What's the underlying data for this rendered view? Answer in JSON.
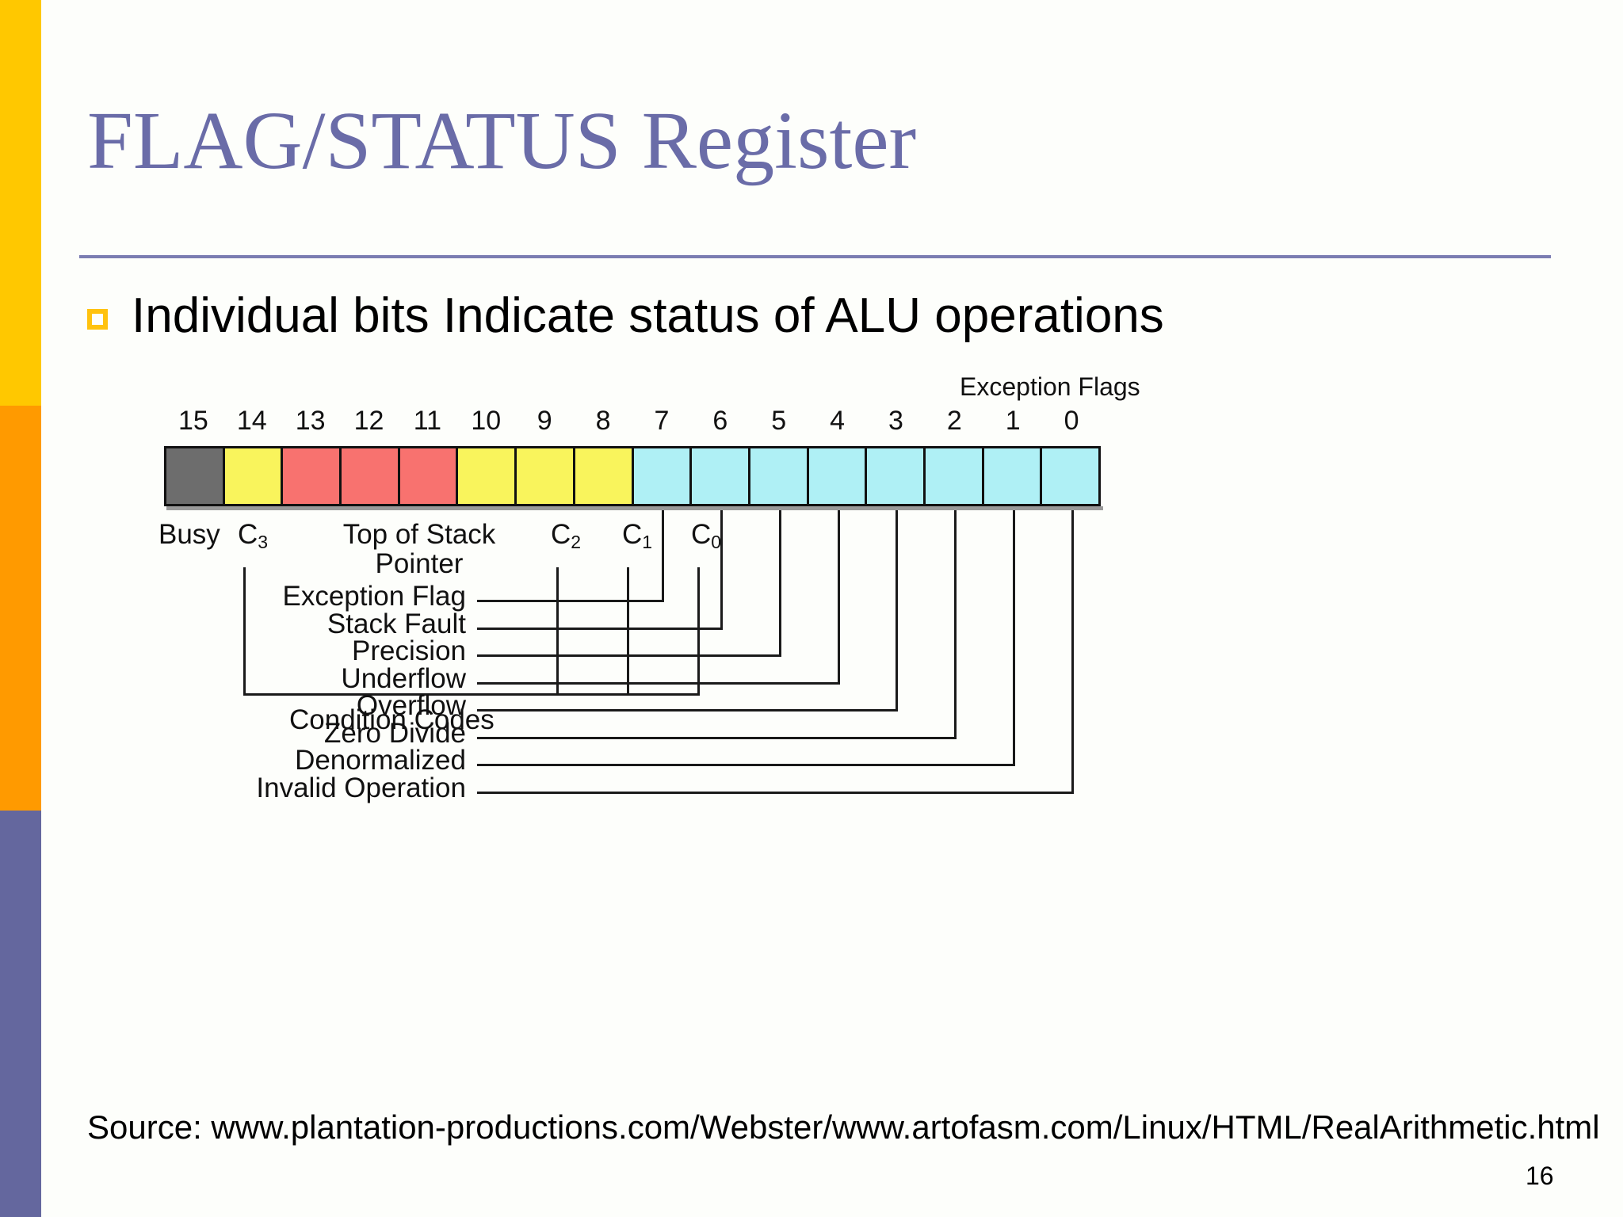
{
  "slide": {
    "title": "FLAG/STATUS Register",
    "bullet": "Individual bits Indicate status of ALU operations",
    "source": "Source: www.plantation-productions.com/Webster/www.artofasm.com/Linux/HTML/RealArithmetic.html",
    "page_number": "16"
  },
  "colors": {
    "rail_yellow": "#FFC800",
    "rail_orange": "#FF9A00",
    "rail_purple": "#64679E",
    "title_purple": "#6A6CA8",
    "rule_purple": "#7B7DB2",
    "bullet_gold": "#FFC20E",
    "cell_gray": "#6D6D6D",
    "cell_yellow": "#F9F45C",
    "cell_red": "#F8726F",
    "cell_cyan": "#AFF0F5"
  },
  "diagram": {
    "exception_flags_title": "Exception Flags",
    "condition_codes_label": "Condition Codes",
    "bit_numbers": [
      "15",
      "14",
      "13",
      "12",
      "11",
      "10",
      "9",
      "8",
      "7",
      "6",
      "5",
      "4",
      "3",
      "2",
      "1",
      "0"
    ],
    "cells": [
      {
        "bit": "15",
        "color": "gray"
      },
      {
        "bit": "14",
        "color": "yellow"
      },
      {
        "bit": "13",
        "color": "red"
      },
      {
        "bit": "12",
        "color": "red"
      },
      {
        "bit": "11",
        "color": "red"
      },
      {
        "bit": "10",
        "color": "yellow"
      },
      {
        "bit": "9",
        "color": "yellow"
      },
      {
        "bit": "8",
        "color": "yellow"
      },
      {
        "bit": "7",
        "color": "cyan"
      },
      {
        "bit": "6",
        "color": "cyan"
      },
      {
        "bit": "5",
        "color": "cyan"
      },
      {
        "bit": "4",
        "color": "cyan"
      },
      {
        "bit": "3",
        "color": "cyan"
      },
      {
        "bit": "2",
        "color": "cyan"
      },
      {
        "bit": "1",
        "color": "cyan"
      },
      {
        "bit": "0",
        "color": "cyan"
      }
    ],
    "field_labels": [
      {
        "name": "Busy",
        "sub": "",
        "bit": "15"
      },
      {
        "name": "C",
        "sub": "3",
        "bit": "14"
      },
      {
        "name": "Top of Stack",
        "sub": "",
        "bit": "13-11",
        "line2": "Pointer"
      },
      {
        "name": "C",
        "sub": "2",
        "bit": "10"
      },
      {
        "name": "C",
        "sub": "1",
        "bit": "9"
      },
      {
        "name": "C",
        "sub": "0",
        "bit": "8"
      }
    ],
    "exception_flags": [
      {
        "label": "Exception Flag",
        "bit": "7"
      },
      {
        "label": "Stack Fault",
        "bit": "6"
      },
      {
        "label": "Precision",
        "bit": "5"
      },
      {
        "label": "Underflow",
        "bit": "4"
      },
      {
        "label": "Overflow",
        "bit": "3"
      },
      {
        "label": "Zero Divide",
        "bit": "2"
      },
      {
        "label": "Denormalized",
        "bit": "1"
      },
      {
        "label": "Invalid Operation",
        "bit": "0"
      }
    ]
  }
}
